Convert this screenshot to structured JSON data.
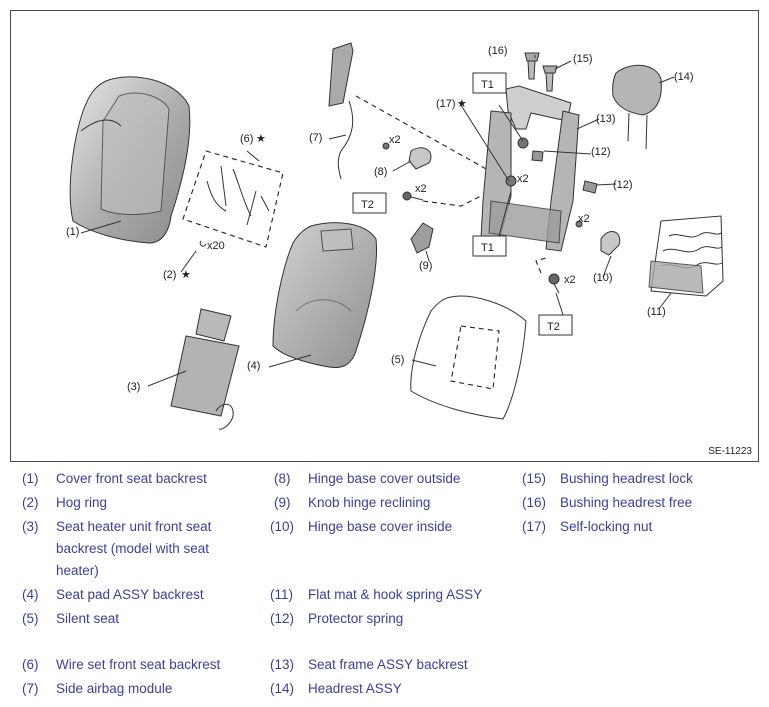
{
  "figure_code": "SE-11223",
  "callouts": {
    "c1": "(1)",
    "c2": "(2)",
    "c3": "(3)",
    "c4": "(4)",
    "c5": "(5)",
    "c6": "(6)",
    "c7": "(7)",
    "c8": "(8)",
    "c9": "(9)",
    "c10": "(10)",
    "c11": "(11)",
    "c12a": "(12)",
    "c12b": "(12)",
    "c13": "(13)",
    "c14": "(14)",
    "c15": "(15)",
    "c16": "(16)",
    "c17": "(17)"
  },
  "markers": {
    "star": "★",
    "x20": "x20",
    "x2": "x2",
    "t1": "T1",
    "t2": "T2"
  },
  "legend": [
    {
      "num": "(1)",
      "text": "Cover front seat backrest"
    },
    {
      "num": "(2)",
      "text": "Hog ring"
    },
    {
      "num": "(3)",
      "text": "Seat heater unit front seat"
    },
    {
      "num": "",
      "text": "backrest (model with seat"
    },
    {
      "num": "",
      "text": "heater)"
    },
    {
      "num": "(4)",
      "text": "Seat pad ASSY backrest"
    },
    {
      "num": "(5)",
      "text": "Silent seat"
    },
    {
      "num": "(6)",
      "text": "Wire set front seat backrest"
    },
    {
      "num": "(7)",
      "text": "Side airbag module"
    },
    {
      "num": "(8)",
      "text": "Hinge base cover outside"
    },
    {
      "num": "(9)",
      "text": "Knob hinge reclining"
    },
    {
      "num": "(10)",
      "text": "Hinge base cover inside"
    },
    {
      "num": "(11)",
      "text": "Flat mat & hook spring ASSY"
    },
    {
      "num": "(12)",
      "text": "Protector spring"
    },
    {
      "num": "(13)",
      "text": "Seat frame ASSY backrest"
    },
    {
      "num": "(14)",
      "text": "Headrest ASSY"
    },
    {
      "num": "(15)",
      "text": "Bushing headrest lock"
    },
    {
      "num": "(16)",
      "text": "Bushing headrest free"
    },
    {
      "num": "(17)",
      "text": "Self-locking nut"
    }
  ]
}
